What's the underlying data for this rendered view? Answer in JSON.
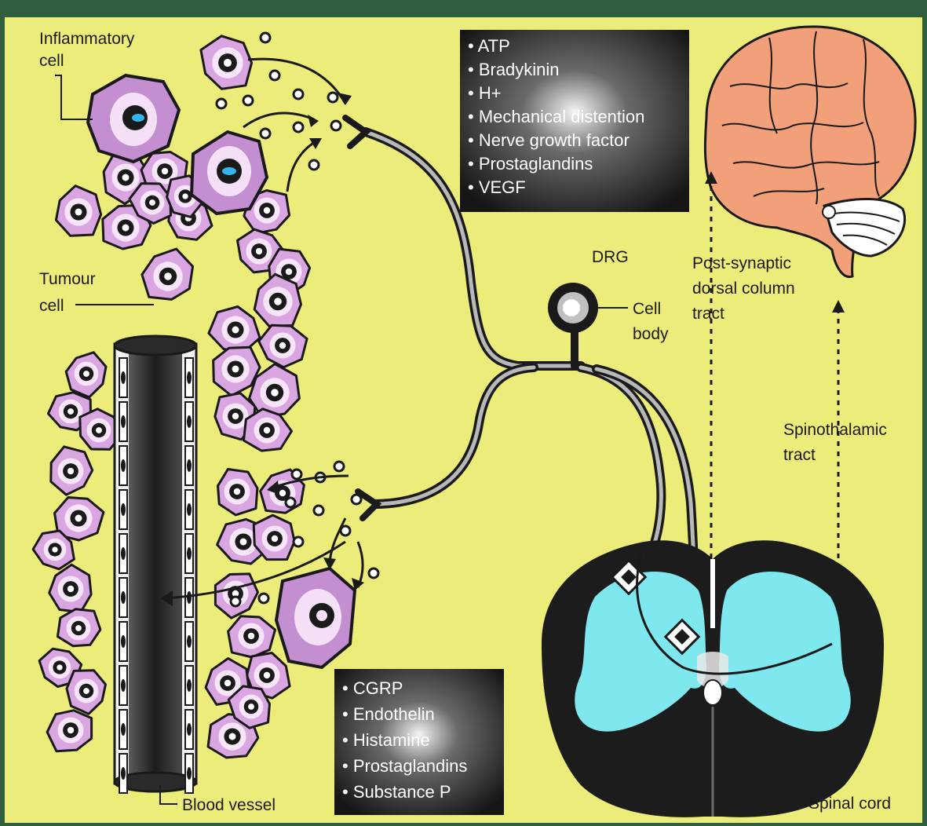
{
  "labels": {
    "inflammatory_cell": [
      "Inflammatory",
      "cell"
    ],
    "tumour_cell": [
      "Tumour",
      "cell"
    ],
    "blood_vessel": "Blood vessel",
    "drg": "DRG",
    "cell_body": [
      "Cell",
      "body"
    ],
    "post_synaptic": [
      "Post-synaptic",
      "dorsal column",
      "tract"
    ],
    "spinothalamic": [
      "Spinothalamic",
      "tract"
    ],
    "spinal_cord": "Spinal cord"
  },
  "mediators_top": [
    "ATP",
    "Bradykinin",
    "H+",
    "Mechanical distention",
    "Nerve growth factor",
    "Prostaglandins",
    "VEGF"
  ],
  "mediators_bottom": [
    "CGRP",
    "Endothelin",
    "Histamine",
    "Prostaglandins",
    "Substance P"
  ],
  "colors": {
    "background": "#ecec7a",
    "frame": "#2f5e3f",
    "cell_fill": "#d9a6e2",
    "brain_fill": "#f2a07a",
    "grey_matter": "#7fe8ef",
    "ink": "#1a1a1a"
  }
}
